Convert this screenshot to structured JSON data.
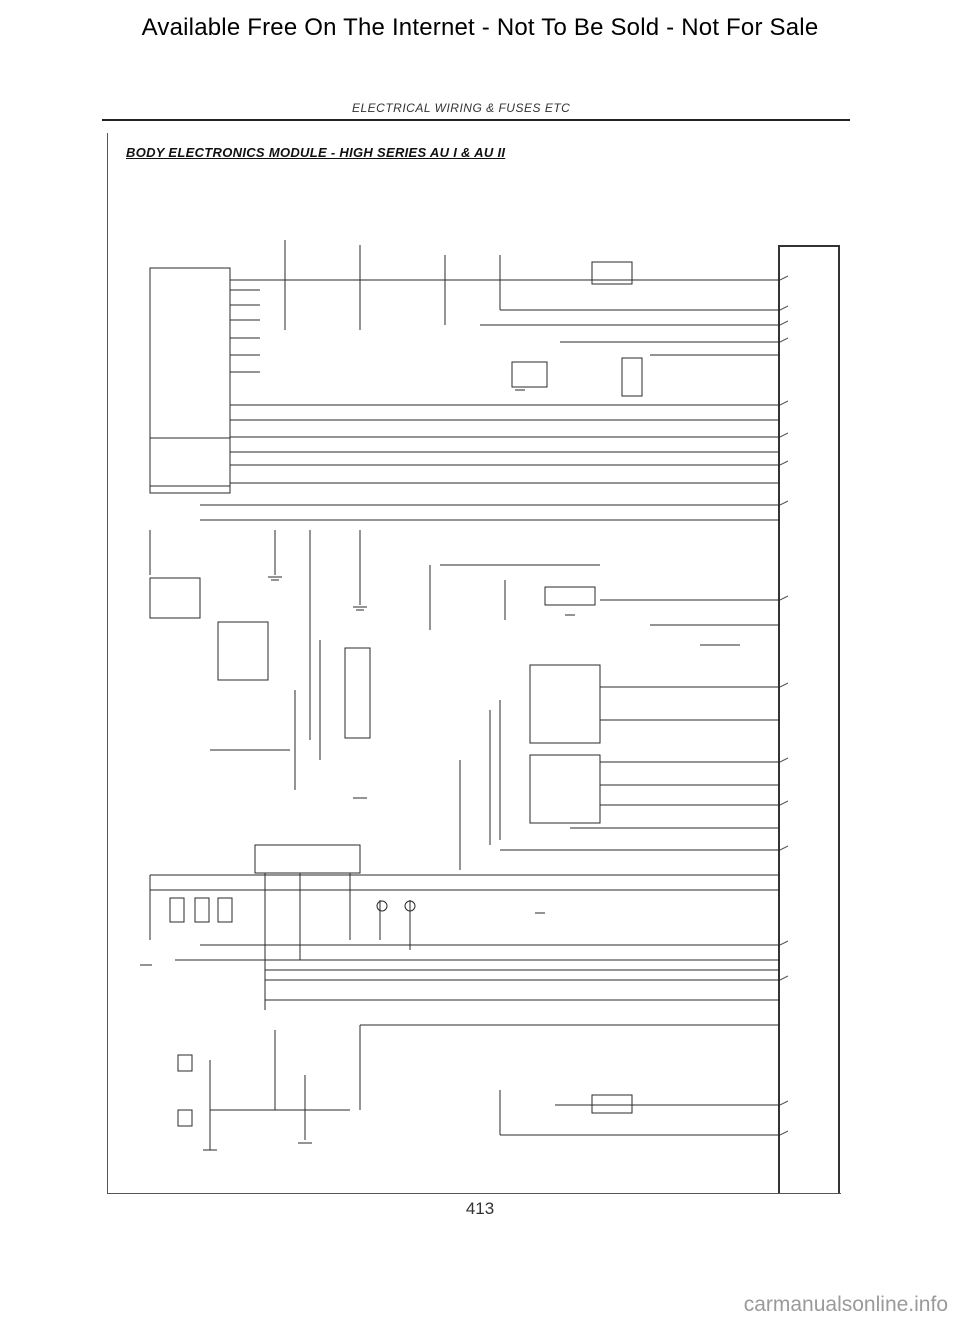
{
  "banner": {
    "text": "Available Free On The Internet - Not To Be Sold - Not For Sale"
  },
  "header": {
    "section": "ELECTRICAL WIRING & FUSES ETC"
  },
  "diagram": {
    "title": "BODY ELECTRONICS MODULE - HIGH SERIES AU I & AU II"
  },
  "page": {
    "number": "413"
  },
  "footer": {
    "watermark": "carmanualsonline.info"
  }
}
